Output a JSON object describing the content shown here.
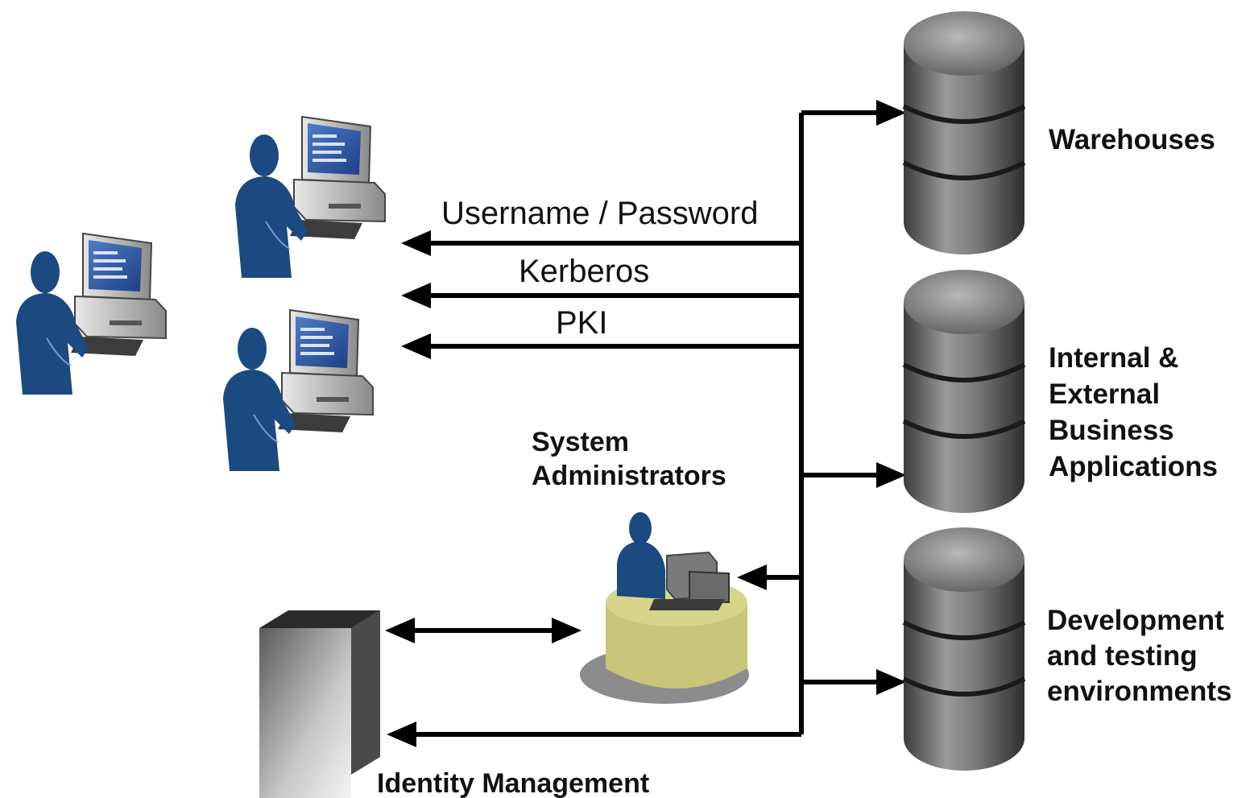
{
  "auth_methods": [
    "Username / Password",
    "Kerberos",
    "PKI"
  ],
  "databases": [
    {
      "label_lines": [
        "Warehouses"
      ]
    },
    {
      "label_lines": [
        "Internal &",
        "External",
        "Business",
        "Applications"
      ]
    },
    {
      "label_lines": [
        "Development",
        "and testing",
        "environments"
      ]
    }
  ],
  "admins": {
    "label_lines": [
      "System",
      "Administrators"
    ]
  },
  "identity": {
    "label": "Identity Management"
  },
  "colors": {
    "user_figure": "#1b4a80",
    "monitor_screen": "#3a66b0",
    "line": "#000000",
    "desk": "#c9c57a",
    "cylinder": "#6e6e6e",
    "server": "#4a4a4a"
  },
  "icons": [
    "user-at-computer-icon",
    "database-cylinder-icon",
    "admin-workstation-icon",
    "server-tower-icon"
  ]
}
